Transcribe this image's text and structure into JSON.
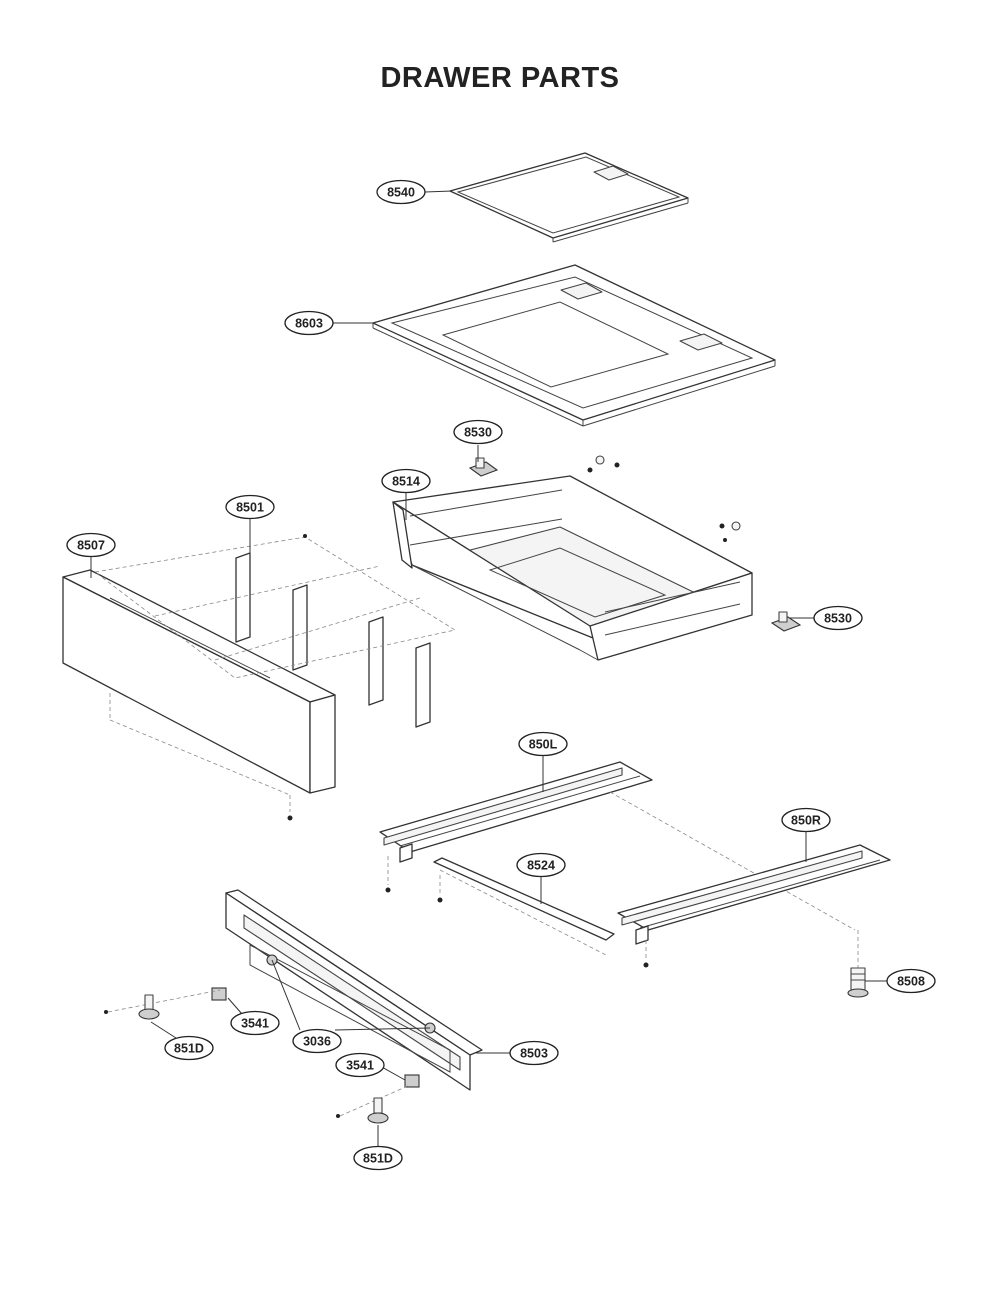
{
  "title": "DRAWER PARTS",
  "callouts": [
    {
      "id": "c8540",
      "label": "8540"
    },
    {
      "id": "c8603",
      "label": "8603"
    },
    {
      "id": "c8530a",
      "label": "8530"
    },
    {
      "id": "c8514",
      "label": "8514"
    },
    {
      "id": "c8501",
      "label": "8501"
    },
    {
      "id": "c8507",
      "label": "8507"
    },
    {
      "id": "c8530b",
      "label": "8530"
    },
    {
      "id": "c850L",
      "label": "850L"
    },
    {
      "id": "c850R",
      "label": "850R"
    },
    {
      "id": "c8524",
      "label": "8524"
    },
    {
      "id": "c8508",
      "label": "8508"
    },
    {
      "id": "c3541a",
      "label": "3541"
    },
    {
      "id": "c851Da",
      "label": "851D"
    },
    {
      "id": "c3036",
      "label": "3036"
    },
    {
      "id": "c8503",
      "label": "8503"
    },
    {
      "id": "c3541b",
      "label": "3541"
    },
    {
      "id": "c851Db",
      "label": "851D"
    }
  ]
}
